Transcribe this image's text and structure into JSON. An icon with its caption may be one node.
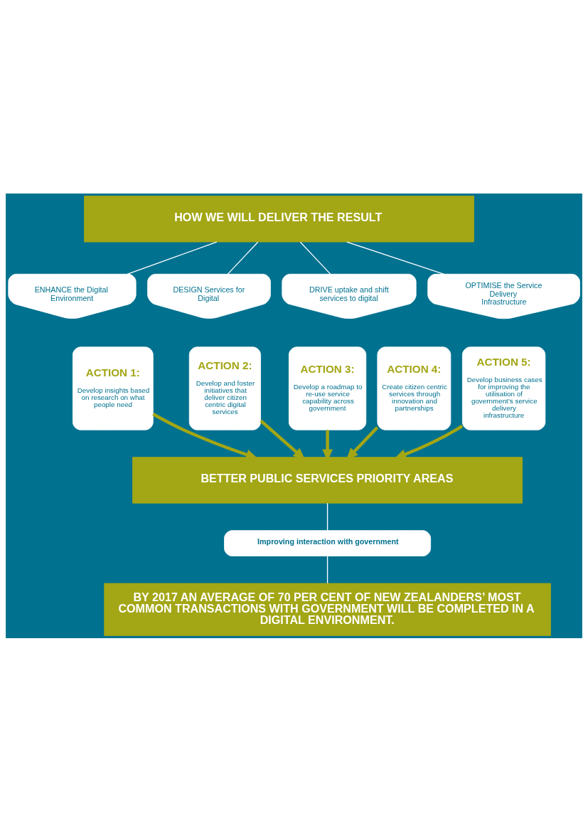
{
  "diagram": {
    "nodes": [
      {
        "text": [
          "HOW WE WILL DELIVER THE RESULT"
        ]
      },
      {
        "text": [
          "ENHANCE the Digital Environment"
        ]
      },
      {
        "text": [
          "DESIGN Services for Digital"
        ]
      },
      {
        "text": [
          "DRIVE uptake and shift services to digital"
        ]
      },
      {
        "text": [
          "OPTIMISE the Service Delivery Infrastructure"
        ]
      },
      {
        "text": [
          "ACTION 1:",
          "Develop insights based on research on what people need"
        ]
      },
      {
        "text": [
          "ACTION 2:",
          "Develop and foster initiatives that deliver citizen centric digital services"
        ]
      },
      {
        "text": [
          "ACTION 3:",
          "Develop a roadmap to re-use service capability across government"
        ]
      },
      {
        "text": [
          "ACTION 4:",
          "Create citizen centric services through innovation and partnerships"
        ]
      },
      {
        "text": [
          "ACTION 5:",
          "Develop business cases for improving the utilisation of government’s service delivery infrastructure"
        ]
      },
      {
        "text": [
          "BETTER PUBLIC SERVICES PRIORITY AREAS"
        ]
      },
      {
        "text": [
          "Improving interaction with government"
        ]
      },
      {
        "text": [
          "BY 2017 AN AVERAGE OF 70 PER CENT OF NEW ZEALANDERS’ MOST COMMON TRANSACTIONS WITH GOVERNMENT WILL BE COMPLETED IN A DIGITAL ENVIRONMENT."
        ]
      }
    ],
    "edges": [
      {
        "from": 0,
        "to": 1,
        "arrow": "none"
      },
      {
        "from": 0,
        "to": 2,
        "arrow": "none"
      },
      {
        "from": 0,
        "to": 3,
        "arrow": "none"
      },
      {
        "from": 0,
        "to": 4,
        "arrow": "none"
      },
      {
        "from": 5,
        "to": 10,
        "arrow": "to",
        "style": "thick",
        "color": "#a3a615"
      },
      {
        "from": 6,
        "to": 10,
        "arrow": "to",
        "style": "thick",
        "color": "#a3a615"
      },
      {
        "from": 7,
        "to": 10,
        "arrow": "to",
        "style": "thick",
        "color": "#a3a615"
      },
      {
        "from": 8,
        "to": 10,
        "arrow": "to",
        "style": "thick",
        "color": "#a3a615"
      },
      {
        "from": 9,
        "to": 10,
        "arrow": "to",
        "style": "thick",
        "color": "#a3a615"
      },
      {
        "from": 10,
        "to": 11,
        "arrow": "none"
      },
      {
        "from": 11,
        "to": 12,
        "arrow": "none"
      }
    ]
  }
}
